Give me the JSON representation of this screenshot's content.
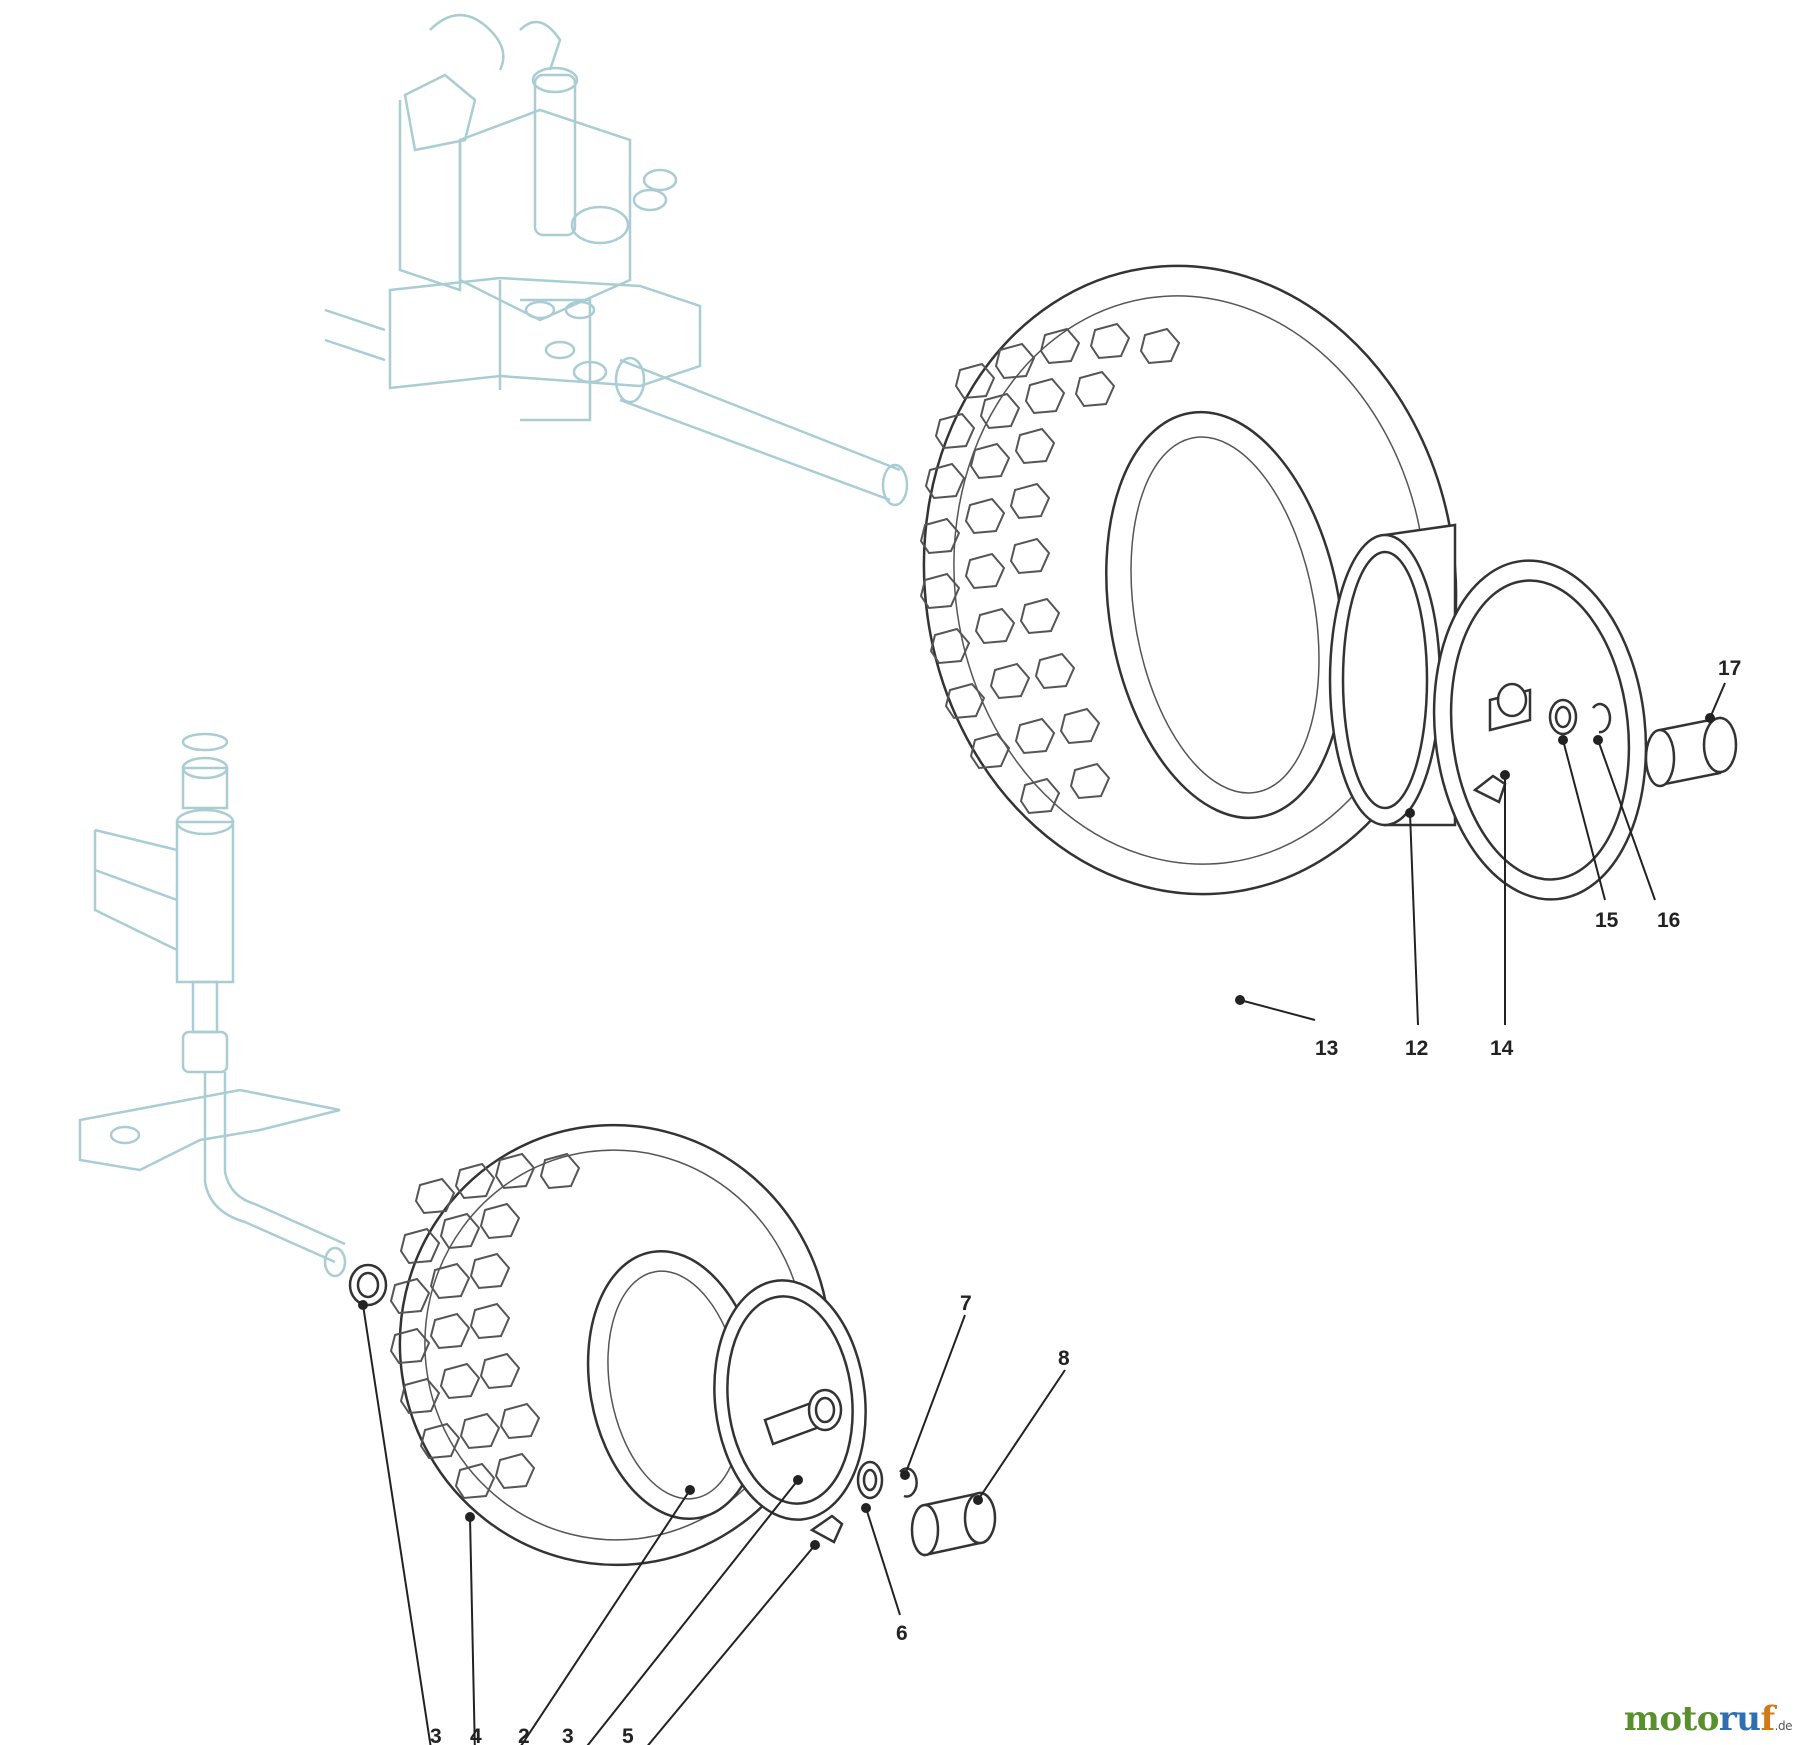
{
  "callouts": {
    "c17": "17",
    "c15": "15",
    "c16": "16",
    "c13": "13",
    "c12": "12",
    "c14": "14",
    "c7": "7",
    "c8": "8",
    "c6": "6",
    "c3a": "3",
    "c4": "4",
    "c2": "2",
    "c3b": "3",
    "c5": "5"
  },
  "logo": {
    "part1": "moto",
    "part2": "ru",
    "part3": "f",
    "tld": ".de"
  },
  "colors": {
    "ghost": "#a9cdd3",
    "line": "#333333",
    "tread": "#555555"
  }
}
